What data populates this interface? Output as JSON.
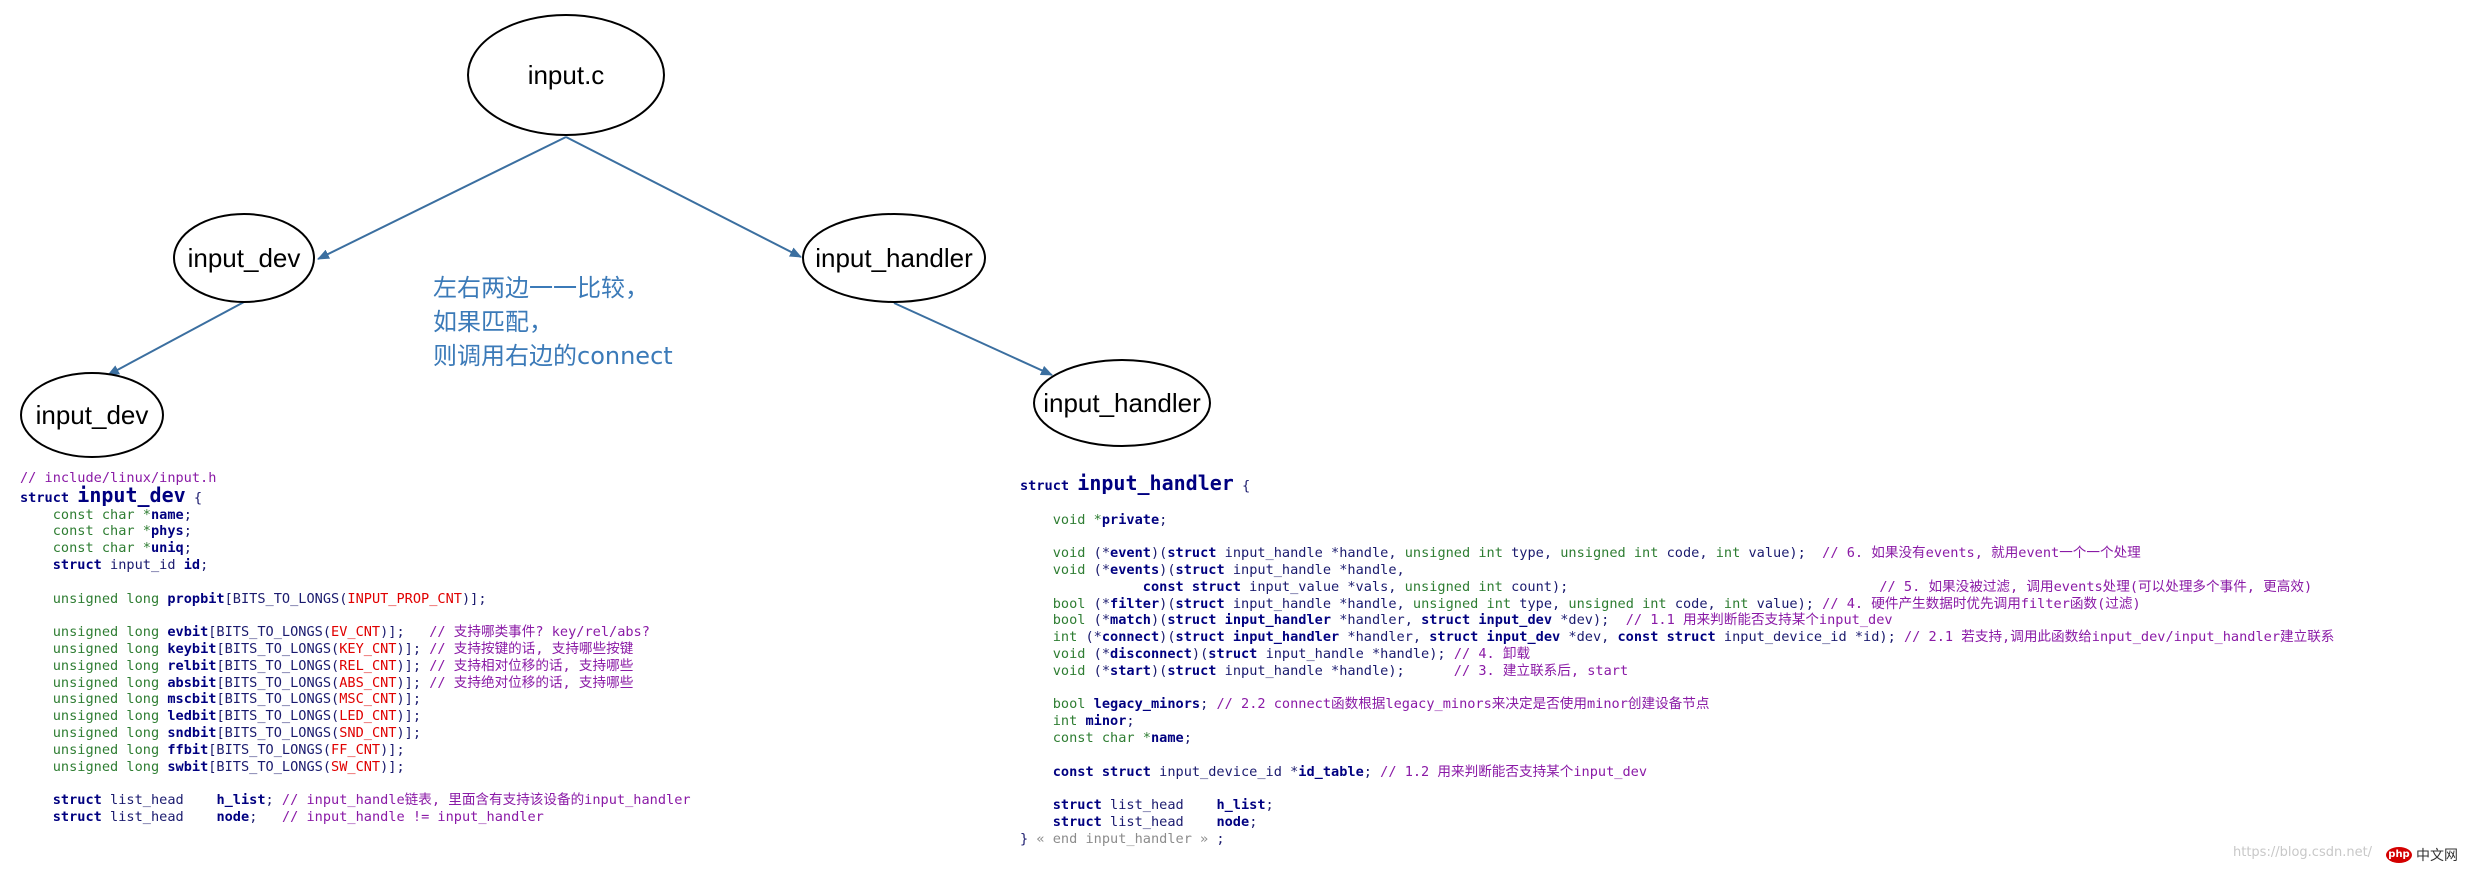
{
  "nodes": {
    "input_c": "input.c",
    "input_dev_top": "input_dev",
    "input_handler_top": "input_handler",
    "input_dev_bottom": "input_dev",
    "input_handler_bottom": "input_handler"
  },
  "annotation": [
    "左右两边一一比较，",
    "如果匹配，",
    "则调用右边的connect"
  ],
  "left_code": [
    [
      {
        "t": "// include/linux/input.h",
        "c": "comment"
      }
    ],
    [
      {
        "t": "struct ",
        "c": "kw"
      },
      {
        "t": "input_dev",
        "c": "bigident"
      },
      {
        "t": " {",
        "c": "plain"
      }
    ],
    [
      {
        "t": "    const char *",
        "c": "type"
      },
      {
        "t": "name",
        "c": "ident"
      },
      {
        "t": ";",
        "c": "plain"
      }
    ],
    [
      {
        "t": "    const char *",
        "c": "type"
      },
      {
        "t": "phys",
        "c": "ident"
      },
      {
        "t": ";",
        "c": "plain"
      }
    ],
    [
      {
        "t": "    const char *",
        "c": "type"
      },
      {
        "t": "uniq",
        "c": "ident"
      },
      {
        "t": ";",
        "c": "plain"
      }
    ],
    [
      {
        "t": "    struct ",
        "c": "kw"
      },
      {
        "t": "input_id ",
        "c": "plain"
      },
      {
        "t": "id",
        "c": "ident"
      },
      {
        "t": ";",
        "c": "plain"
      }
    ],
    [],
    [
      {
        "t": "    unsigned long ",
        "c": "type"
      },
      {
        "t": "propbit",
        "c": "ident"
      },
      {
        "t": "[BITS_TO_LONGS(",
        "c": "plain"
      },
      {
        "t": "INPUT_PROP_CNT",
        "c": "macro"
      },
      {
        "t": ")];",
        "c": "plain"
      }
    ],
    [],
    [
      {
        "t": "    unsigned long ",
        "c": "type"
      },
      {
        "t": "evbit",
        "c": "ident"
      },
      {
        "t": "[BITS_TO_LONGS(",
        "c": "plain"
      },
      {
        "t": "EV_CNT",
        "c": "macro"
      },
      {
        "t": ")];   ",
        "c": "plain"
      },
      {
        "t": "// 支持哪类事件? key/rel/abs?",
        "c": "comment"
      }
    ],
    [
      {
        "t": "    unsigned long ",
        "c": "type"
      },
      {
        "t": "keybit",
        "c": "ident"
      },
      {
        "t": "[BITS_TO_LONGS(",
        "c": "plain"
      },
      {
        "t": "KEY_CNT",
        "c": "macro"
      },
      {
        "t": ")]; ",
        "c": "plain"
      },
      {
        "t": "// 支持按键的话, 支持哪些按键",
        "c": "comment"
      }
    ],
    [
      {
        "t": "    unsigned long ",
        "c": "type"
      },
      {
        "t": "relbit",
        "c": "ident"
      },
      {
        "t": "[BITS_TO_LONGS(",
        "c": "plain"
      },
      {
        "t": "REL_CNT",
        "c": "macro"
      },
      {
        "t": ")]; ",
        "c": "plain"
      },
      {
        "t": "// 支持相对位移的话, 支持哪些",
        "c": "comment"
      }
    ],
    [
      {
        "t": "    unsigned long ",
        "c": "type"
      },
      {
        "t": "absbit",
        "c": "ident"
      },
      {
        "t": "[BITS_TO_LONGS(",
        "c": "plain"
      },
      {
        "t": "ABS_CNT",
        "c": "macro"
      },
      {
        "t": ")]; ",
        "c": "plain"
      },
      {
        "t": "// 支持绝对位移的话, 支持哪些",
        "c": "comment"
      }
    ],
    [
      {
        "t": "    unsigned long ",
        "c": "type"
      },
      {
        "t": "mscbit",
        "c": "ident"
      },
      {
        "t": "[BITS_TO_LONGS(",
        "c": "plain"
      },
      {
        "t": "MSC_CNT",
        "c": "macro"
      },
      {
        "t": ")];",
        "c": "plain"
      }
    ],
    [
      {
        "t": "    unsigned long ",
        "c": "type"
      },
      {
        "t": "ledbit",
        "c": "ident"
      },
      {
        "t": "[BITS_TO_LONGS(",
        "c": "plain"
      },
      {
        "t": "LED_CNT",
        "c": "macro"
      },
      {
        "t": ")];",
        "c": "plain"
      }
    ],
    [
      {
        "t": "    unsigned long ",
        "c": "type"
      },
      {
        "t": "sndbit",
        "c": "ident"
      },
      {
        "t": "[BITS_TO_LONGS(",
        "c": "plain"
      },
      {
        "t": "SND_CNT",
        "c": "macro"
      },
      {
        "t": ")];",
        "c": "plain"
      }
    ],
    [
      {
        "t": "    unsigned long ",
        "c": "type"
      },
      {
        "t": "ffbit",
        "c": "ident"
      },
      {
        "t": "[BITS_TO_LONGS(",
        "c": "plain"
      },
      {
        "t": "FF_CNT",
        "c": "macro"
      },
      {
        "t": ")];",
        "c": "plain"
      }
    ],
    [
      {
        "t": "    unsigned long ",
        "c": "type"
      },
      {
        "t": "swbit",
        "c": "ident"
      },
      {
        "t": "[BITS_TO_LONGS(",
        "c": "plain"
      },
      {
        "t": "SW_CNT",
        "c": "macro"
      },
      {
        "t": ")];",
        "c": "plain"
      }
    ],
    [],
    [
      {
        "t": "    struct ",
        "c": "kw"
      },
      {
        "t": "list_head    ",
        "c": "plain"
      },
      {
        "t": "h_list",
        "c": "ident"
      },
      {
        "t": "; ",
        "c": "plain"
      },
      {
        "t": "// input_handle链表, 里面含有支持该设备的input_handler",
        "c": "comment"
      }
    ],
    [
      {
        "t": "    struct ",
        "c": "kw"
      },
      {
        "t": "list_head    ",
        "c": "plain"
      },
      {
        "t": "node",
        "c": "ident"
      },
      {
        "t": ";   ",
        "c": "plain"
      },
      {
        "t": "// input_handle != input_handler",
        "c": "comment"
      }
    ]
  ],
  "right_code": [
    [
      {
        "t": "struct ",
        "c": "kw"
      },
      {
        "t": "input_handler",
        "c": "bigident"
      },
      {
        "t": " {",
        "c": "plain"
      }
    ],
    [],
    [
      {
        "t": "    void *",
        "c": "type"
      },
      {
        "t": "private",
        "c": "ident"
      },
      {
        "t": ";",
        "c": "plain"
      }
    ],
    [],
    [
      {
        "t": "    void ",
        "c": "type"
      },
      {
        "t": "(*",
        "c": "plain"
      },
      {
        "t": "event",
        "c": "ident"
      },
      {
        "t": ")(",
        "c": "plain"
      },
      {
        "t": "struct ",
        "c": "kw"
      },
      {
        "t": "input_handle *handle, ",
        "c": "plain"
      },
      {
        "t": "unsigned int ",
        "c": "type"
      },
      {
        "t": "type, ",
        "c": "plain"
      },
      {
        "t": "unsigned int ",
        "c": "type"
      },
      {
        "t": "code, ",
        "c": "plain"
      },
      {
        "t": "int ",
        "c": "type"
      },
      {
        "t": "value);  ",
        "c": "plain"
      },
      {
        "t": "// 6. 如果没有events, 就用event一个一个处理",
        "c": "comment"
      }
    ],
    [
      {
        "t": "    void ",
        "c": "type"
      },
      {
        "t": "(*",
        "c": "plain"
      },
      {
        "t": "events",
        "c": "ident"
      },
      {
        "t": ")(",
        "c": "plain"
      },
      {
        "t": "struct ",
        "c": "kw"
      },
      {
        "t": "input_handle *handle,",
        "c": "plain"
      }
    ],
    [
      {
        "t": "               const struct ",
        "c": "kw"
      },
      {
        "t": "input_value *vals, ",
        "c": "plain"
      },
      {
        "t": "unsigned int ",
        "c": "type"
      },
      {
        "t": "count);                                      ",
        "c": "plain"
      },
      {
        "t": "// 5. 如果没被过滤, 调用events处理(可以处理多个事件, 更高效)",
        "c": "comment"
      }
    ],
    [
      {
        "t": "    bool ",
        "c": "type"
      },
      {
        "t": "(*",
        "c": "plain"
      },
      {
        "t": "filter",
        "c": "ident"
      },
      {
        "t": ")(",
        "c": "plain"
      },
      {
        "t": "struct ",
        "c": "kw"
      },
      {
        "t": "input_handle *handle, ",
        "c": "plain"
      },
      {
        "t": "unsigned int ",
        "c": "type"
      },
      {
        "t": "type, ",
        "c": "plain"
      },
      {
        "t": "unsigned int ",
        "c": "type"
      },
      {
        "t": "code, ",
        "c": "plain"
      },
      {
        "t": "int ",
        "c": "type"
      },
      {
        "t": "value); ",
        "c": "plain"
      },
      {
        "t": "// 4. 硬件产生数据时优先调用filter函数(过滤)",
        "c": "comment"
      }
    ],
    [
      {
        "t": "    bool ",
        "c": "type"
      },
      {
        "t": "(*",
        "c": "plain"
      },
      {
        "t": "match",
        "c": "ident"
      },
      {
        "t": ")(",
        "c": "plain"
      },
      {
        "t": "struct ",
        "c": "kw"
      },
      {
        "t": "input_handler ",
        "c": "ident"
      },
      {
        "t": "*handler, ",
        "c": "plain"
      },
      {
        "t": "struct ",
        "c": "kw"
      },
      {
        "t": "input_dev ",
        "c": "ident"
      },
      {
        "t": "*dev);  ",
        "c": "plain"
      },
      {
        "t": "// 1.1 用来判断能否支持某个input_dev",
        "c": "comment"
      }
    ],
    [
      {
        "t": "    int ",
        "c": "type"
      },
      {
        "t": "(*",
        "c": "plain"
      },
      {
        "t": "connect",
        "c": "ident"
      },
      {
        "t": ")(",
        "c": "plain"
      },
      {
        "t": "struct ",
        "c": "kw"
      },
      {
        "t": "input_handler ",
        "c": "ident"
      },
      {
        "t": "*handler, ",
        "c": "plain"
      },
      {
        "t": "struct ",
        "c": "kw"
      },
      {
        "t": "input_dev ",
        "c": "ident"
      },
      {
        "t": "*dev, ",
        "c": "plain"
      },
      {
        "t": "const struct ",
        "c": "kw"
      },
      {
        "t": "input_device_id *id); ",
        "c": "plain"
      },
      {
        "t": "// 2.1 若支持,调用此函数给input_dev/input_handler建立联系",
        "c": "comment"
      }
    ],
    [
      {
        "t": "    void ",
        "c": "type"
      },
      {
        "t": "(*",
        "c": "plain"
      },
      {
        "t": "disconnect",
        "c": "ident"
      },
      {
        "t": ")(",
        "c": "plain"
      },
      {
        "t": "struct ",
        "c": "kw"
      },
      {
        "t": "input_handle *handle); ",
        "c": "plain"
      },
      {
        "t": "// 4. 卸载",
        "c": "comment"
      }
    ],
    [
      {
        "t": "    void ",
        "c": "type"
      },
      {
        "t": "(*",
        "c": "plain"
      },
      {
        "t": "start",
        "c": "ident"
      },
      {
        "t": ")(",
        "c": "plain"
      },
      {
        "t": "struct ",
        "c": "kw"
      },
      {
        "t": "input_handle *handle);      ",
        "c": "plain"
      },
      {
        "t": "// 3. 建立联系后, start",
        "c": "comment"
      }
    ],
    [],
    [
      {
        "t": "    bool ",
        "c": "type"
      },
      {
        "t": "legacy_minors",
        "c": "ident"
      },
      {
        "t": "; ",
        "c": "plain"
      },
      {
        "t": "// 2.2 connect函数根据legacy_minors来决定是否使用minor创建设备节点",
        "c": "comment"
      }
    ],
    [
      {
        "t": "    int ",
        "c": "type"
      },
      {
        "t": "minor",
        "c": "ident"
      },
      {
        "t": ";",
        "c": "plain"
      }
    ],
    [
      {
        "t": "    const char *",
        "c": "type"
      },
      {
        "t": "name",
        "c": "ident"
      },
      {
        "t": ";",
        "c": "plain"
      }
    ],
    [],
    [
      {
        "t": "    const struct ",
        "c": "kw"
      },
      {
        "t": "input_device_id *",
        "c": "plain"
      },
      {
        "t": "id_table",
        "c": "ident"
      },
      {
        "t": "; ",
        "c": "plain"
      },
      {
        "t": "// 1.2 用来判断能否支持某个input_dev",
        "c": "comment"
      }
    ],
    [],
    [
      {
        "t": "    struct ",
        "c": "kw"
      },
      {
        "t": "list_head    ",
        "c": "plain"
      },
      {
        "t": "h_list",
        "c": "ident"
      },
      {
        "t": ";",
        "c": "plain"
      }
    ],
    [
      {
        "t": "    struct ",
        "c": "kw"
      },
      {
        "t": "list_head    ",
        "c": "plain"
      },
      {
        "t": "node",
        "c": "ident"
      },
      {
        "t": ";",
        "c": "plain"
      }
    ],
    [
      {
        "t": "} ",
        "c": "plain"
      },
      {
        "t": "« end input_handler »",
        "c": "gray"
      },
      {
        "t": " ;",
        "c": "plain"
      }
    ]
  ],
  "watermark": "https://blog.csdn.net/",
  "logo": {
    "badge": "php",
    "text": "中文网"
  },
  "colors": {
    "arrow": "#3b6fa0",
    "annotation": "#3b7ab8",
    "node_stroke": "#000000"
  }
}
